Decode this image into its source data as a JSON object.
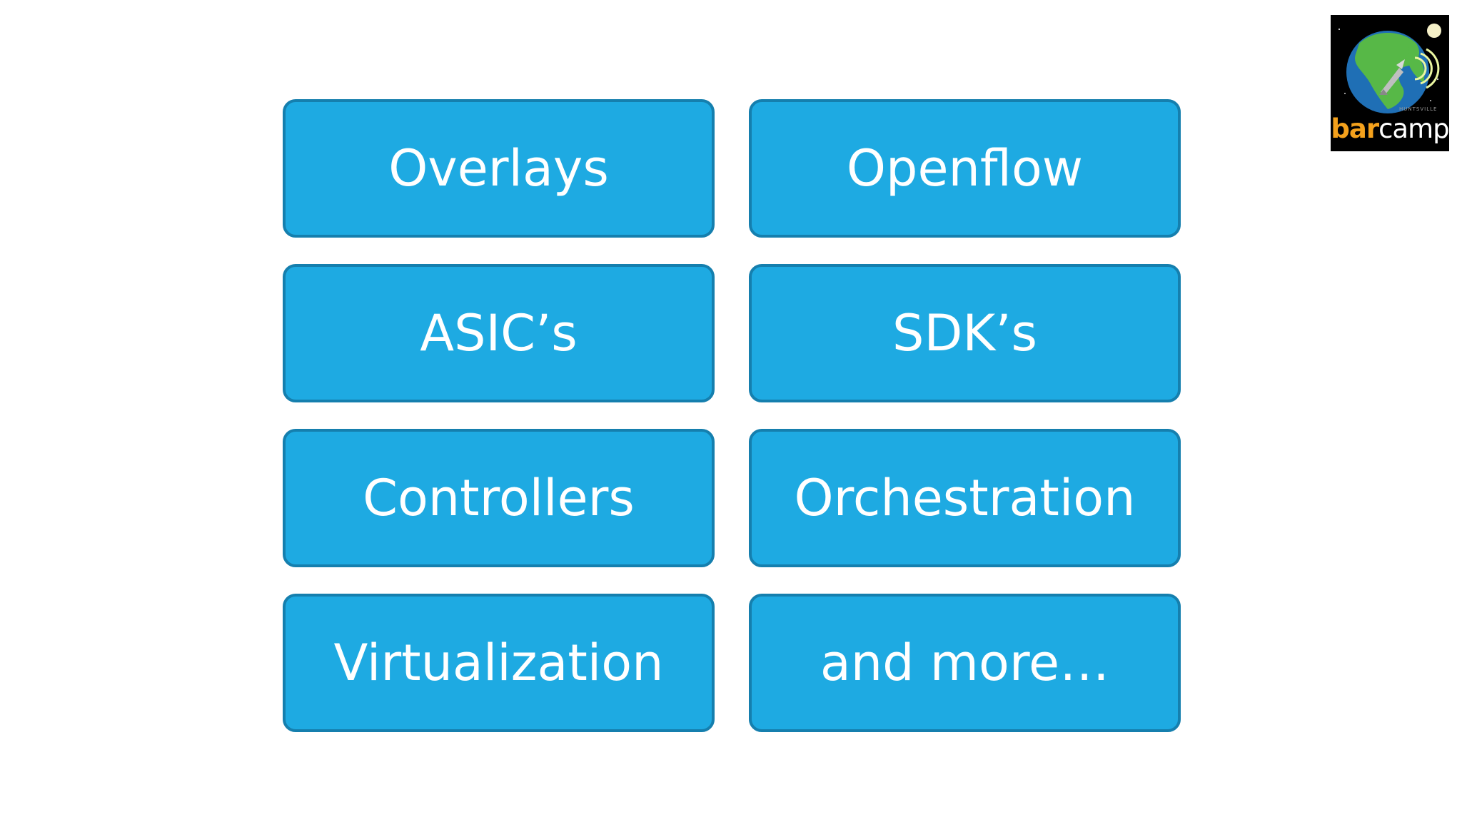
{
  "tiles": [
    {
      "label": "Overlays"
    },
    {
      "label": "Openflow"
    },
    {
      "label": "ASIC’s"
    },
    {
      "label": "SDK’s"
    },
    {
      "label": "Controllers"
    },
    {
      "label": "Orchestration"
    },
    {
      "label": "Virtualization"
    },
    {
      "label": "and more…"
    }
  ],
  "logo": {
    "brand_part1": "bar",
    "brand_part2": "camp",
    "small_text": "HUNTSVILLE",
    "icon": "barcamp-logo-icon"
  },
  "colors": {
    "tile_fill": "#1eaae2",
    "tile_border": "#157fae",
    "tile_text": "#ffffff",
    "logo_accent": "#f4a11c"
  }
}
